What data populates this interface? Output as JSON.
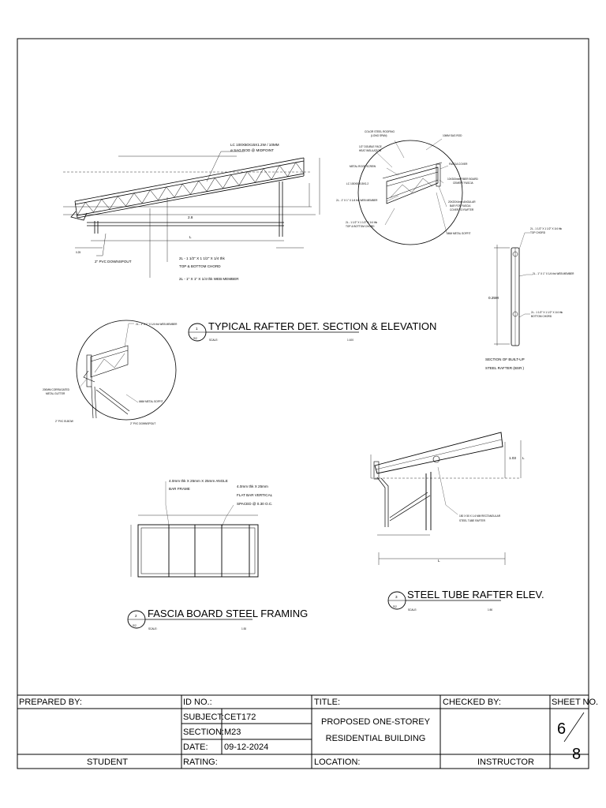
{
  "details": {
    "rafter": {
      "title": "TYPICAL RAFTER DET. SECTION & ELEVATION",
      "number": "1",
      "sheet_ref": "S/2",
      "scale_label": "SCALE:",
      "scale": "1:100",
      "notes": {
        "lc_rod_1": "LC 100X50X15X1.2W / 10MM",
        "lc_rod_2": "ø SAG ROD @ MIDPOINT",
        "chord_1": "2L - 1 1/2\" X 1 1/2\" X 1/4 thk",
        "chord_2": "TOP & BOTTOM CHORD",
        "web": "2L - 1\" X 1\" X 1/4 thk WEB MEMBER",
        "downspout": "2\" PVC DOWNSPOUT"
      },
      "dimensions": {
        "span_a": "2.8",
        "span_b": "L",
        "side": "0.25"
      }
    },
    "callout": {
      "roofing_1": "COLOR STEEL ROOFING",
      "roofing_2": "(LONG SPAN)",
      "insul_1": "1/2\" DOUBLE FACE",
      "insul_2": "HEAT INSULATION",
      "sag": "10MM SAG ROD",
      "screw": "METAL ROOF SCREW",
      "fascia": "FASCIA COVER",
      "lc": "LC 100X50X15X1.2",
      "fiber_1": "10X300mm FIBER BOARD",
      "fiber_2": "CEMENT FASCIA",
      "web": "2L - 1\" X 1\" X 1/4 thk WEB MEMBER",
      "bar_1": "20X20X4mm ANGULAR",
      "bar_2": "BAR FOR FASCIA",
      "bar_3": "COVER TO RAFTER",
      "chord_1": "2L - 1 1/2\" X 1 1/2\" X 1/4 thk",
      "chord_2": "TOP & BOTTOM CHORD",
      "soffit": "6MM METAL SOFFIT"
    },
    "bsr": {
      "top_1": "2L - 1 1/2\" X 1 1/2\" X 1/4 thk",
      "top_2": "TOP CHORD",
      "web": "2L - 1\" X 1\" X 1/4 thk WEB MEMBER",
      "bot_1": "2L - 1 1/2\" X 1 1/2\" X 1/4 thk",
      "bot_2": "BOTTOM CHORD",
      "height": "0.25M",
      "title_1": "SECTION OF BUILT-UP",
      "title_2": "STEEL RAFTER (BSR )"
    },
    "gutter": {
      "web": "2L - 1\" X 1\" X 1/4 thk WEB MEMBER",
      "gutter_1": "200MM CORRUGATED",
      "gutter_2": "METAL GUTTER",
      "soffit": "6MM METAL SOFFIT",
      "elbow": "2\" PVC ELBOW",
      "downspout": "2\" PVC DOWNSPOUT"
    },
    "fascia": {
      "title": "FASCIA BOARD STEEL FRAMING",
      "number": "2",
      "sheet_ref": "S/2",
      "scale_label": "SCALE:",
      "scale": "1:30",
      "note_1a": "4.0mm thk X 25mm X 25mm ANGLE",
      "note_1b": "BAR FRAME",
      "note_2a": "4.0mm thk X 25mm",
      "note_2b": "FLAT BAR VERTICAL",
      "note_2c": "SPACED @ 0.30 O.C."
    },
    "tube": {
      "title": "STEEL TUBE RAFTER ELEV.",
      "number": "3",
      "sheet_ref": "S/2",
      "scale_label": "SCALE:",
      "scale": "1:50",
      "note_1": "150 X 50 X 1.6 MM RECTANGULAR",
      "note_2": "STEEL TUBE RAFTER",
      "height": "1.03",
      "span": "L",
      "side": "L"
    }
  },
  "title_block": {
    "prepared_by_label": "PREPARED BY:",
    "student_label": "STUDENT",
    "id_label": "ID NO.:",
    "subject_label": "SUBJECT:",
    "subject": "CET172",
    "section_label": "SECTION:",
    "section": "M23",
    "date_label": "DATE:",
    "date": "09-12-2024",
    "rating_label": "RATING:",
    "title_label": "TITLE:",
    "project_1": "PROPOSED ONE-STOREY",
    "project_2": "RESIDENTIAL BUILDING",
    "location_label": "LOCATION:",
    "checked_label": "CHECKED BY:",
    "instructor_label": "INSTRUCTOR",
    "sheet_label": "SHEET NO.",
    "sheet_no": "6",
    "sheet_total": "8"
  }
}
